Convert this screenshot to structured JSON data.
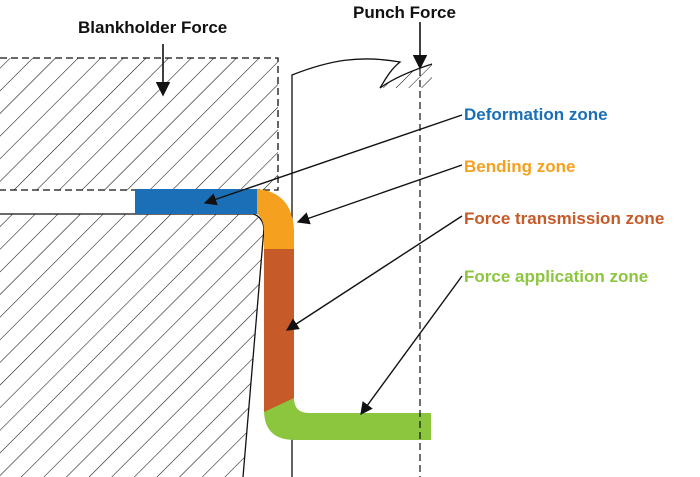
{
  "forces": {
    "blankholder": "Blankholder Force",
    "punch": "Punch Force"
  },
  "zones": [
    {
      "key": "deformation",
      "label": "Deformation zone",
      "color": "#1a6fb7"
    },
    {
      "key": "bending",
      "label": "Bending zone",
      "color": "#f5a11f"
    },
    {
      "key": "transmission",
      "label": "Force transmission zone",
      "color": "#c65a28"
    },
    {
      "key": "application",
      "label": "Force application zone",
      "color": "#8cc63f"
    }
  ],
  "colors": {
    "line": "#111111",
    "hatch": "#111111",
    "background": "#ffffff"
  }
}
